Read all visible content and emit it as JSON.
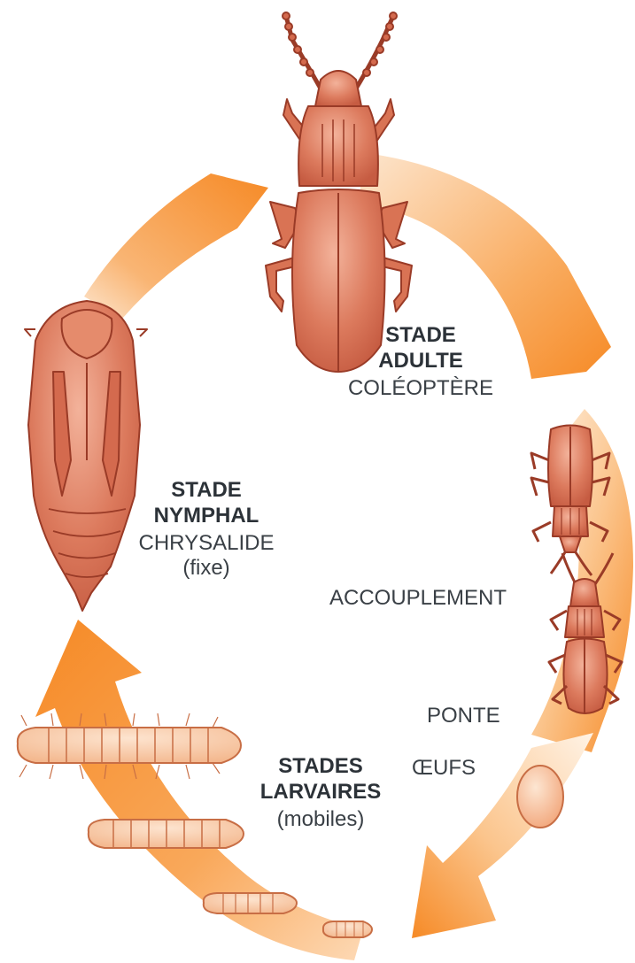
{
  "colors": {
    "arrow": "#f7902f",
    "arrow_light": "#fde3c8",
    "beetle_fill": "#d76b50",
    "beetle_light": "#f0a88f",
    "beetle_stroke": "#9a3b27",
    "larva_fill": "#f6c7a2",
    "larva_stroke": "#c86e45",
    "egg_fill": "#f8c9a6",
    "text": "#333a40"
  },
  "icons": [
    "beetle-adult-icon",
    "pupa-icon",
    "mating-beetles-icon",
    "egg-icon",
    "larva-icon"
  ],
  "adult": {
    "title_1": "STADE",
    "title_2": "ADULTE",
    "subtitle": "COLÉOPTÈRE"
  },
  "nymph": {
    "title_1": "STADE",
    "title_2": "NYMPHAL",
    "subtitle": "CHRYSALIDE",
    "note": "(fixe)"
  },
  "mating": {
    "label": "ACCOUPLEMENT"
  },
  "laying": {
    "label": "PONTE"
  },
  "eggs": {
    "label": "ŒUFS"
  },
  "larvae": {
    "title_1": "STADES",
    "title_2": "LARVAIRES",
    "note": "(mobiles)"
  }
}
